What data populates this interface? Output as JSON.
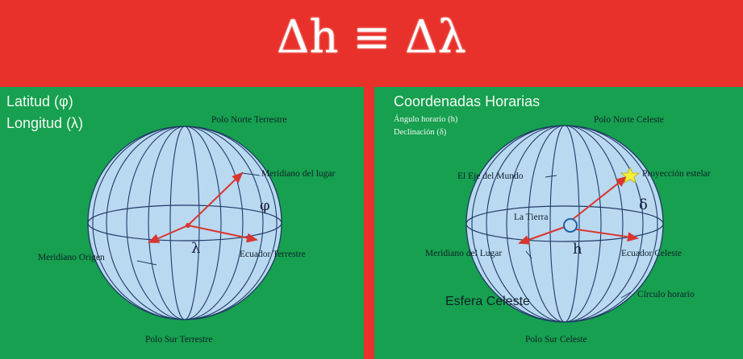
{
  "title": "Δh ≡ Δλ",
  "left": {
    "heading_lat": "Latitud (φ)",
    "heading_lon": "Longitud (λ)",
    "north_pole": "Polo Norte Terrestre",
    "meridian_local": "Meridiano del lugar",
    "phi": "φ",
    "lambda": "λ",
    "meridian_origin": "Meridiano Origen",
    "equator": "Ecuador Terrestre",
    "south_pole": "Polo Sur Terrestre"
  },
  "right": {
    "heading": "Coordenadas Horarias",
    "sub_hour_angle": "Ángulo horario (h)",
    "sub_declination": "Declinación (δ)",
    "north_pole": "Polo Norte Celeste",
    "axis": "El Eje del Mundo",
    "star_projection": "Proyección estelar",
    "delta": "δ",
    "earth": "La Tierra",
    "meridian_local": "Meridiano del Lugar",
    "h": "h",
    "equator": "Ecuador Celeste",
    "hour_circle": "Círculo horario",
    "sphere": "Esfera Celeste",
    "south_pole": "Polo Sur Celeste"
  },
  "colors": {
    "banner": "#e8312a",
    "panel": "#16a04f",
    "sphere": "#b9d9f1",
    "grid": "#1f3a66",
    "vector": "#d9362f",
    "star": "#f3ee3a"
  }
}
